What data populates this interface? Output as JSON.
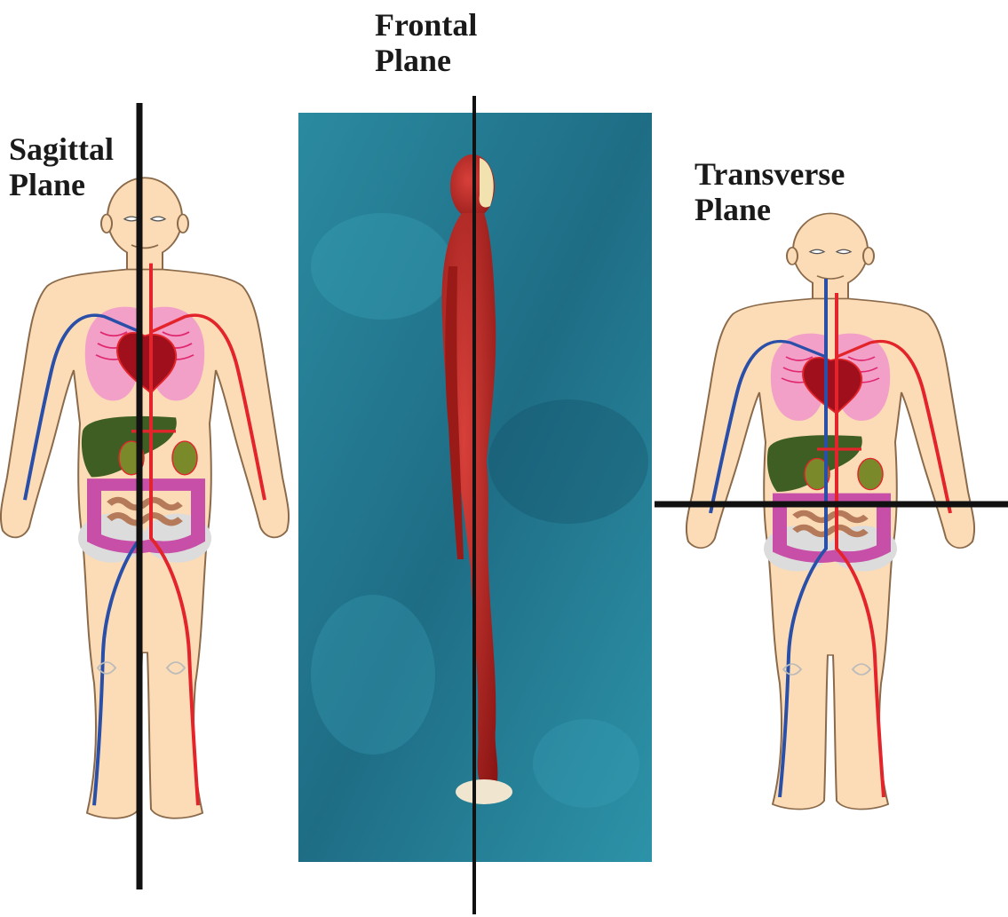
{
  "labels": {
    "frontal": {
      "line1": "Frontal",
      "line2": "Plane"
    },
    "sagittal": {
      "line1": "Sagittal",
      "line2": "Plane"
    },
    "transverse": {
      "line1": "Transverse",
      "line2": "Plane"
    }
  },
  "colors": {
    "skin": "#fcdcb6",
    "skin_outline": "#8a6a4a",
    "vein": "#2a4fa8",
    "artery": "#e3242b",
    "heart": "#a0101c",
    "lungs": "#f2a0c8",
    "liver": "#3f5e23",
    "kidney": "#7a8a2a",
    "intestine": "#c84fa8",
    "small_intestine": "#b57a5a",
    "pelvis": "#dcdcdc",
    "water_dark": "#1f6f86",
    "water_light": "#3a9ab0",
    "muscle": "#b3221e",
    "plane_line": "#111111"
  },
  "icons": [
    "anatomy-front-figure",
    "side-muscle-figure",
    "plane-line"
  ]
}
